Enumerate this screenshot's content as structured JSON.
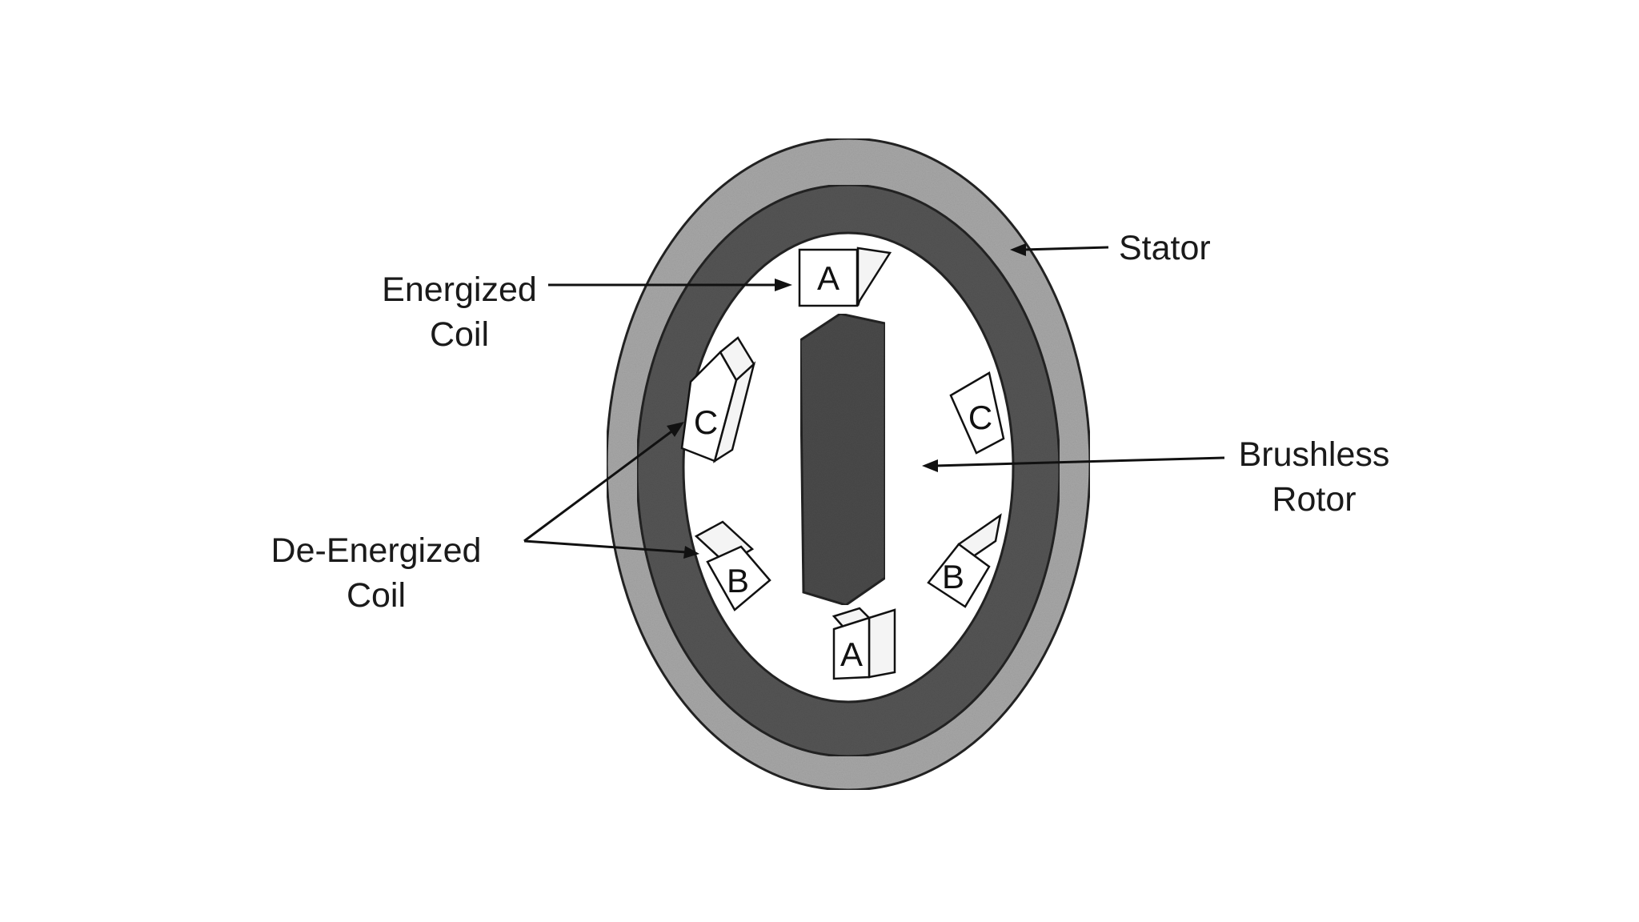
{
  "labels": {
    "stator": "Stator",
    "energized_line1": "Energized",
    "energized_line2": "Coil",
    "brushless_line1": "Brushless",
    "brushless_line2": "Rotor",
    "deenergized_line1": "De-Energized",
    "deenergized_line2": "Coil"
  },
  "coils": {
    "top_a": "A",
    "bottom_a": "A",
    "left_c": "C",
    "right_c": "C",
    "left_b": "B",
    "right_b": "B"
  },
  "colors": {
    "background": "#ffffff",
    "stator_outer": "#a8a8a8",
    "stator_inner": "#555555",
    "rotor": "#4a4a4a",
    "line": "#111111"
  }
}
